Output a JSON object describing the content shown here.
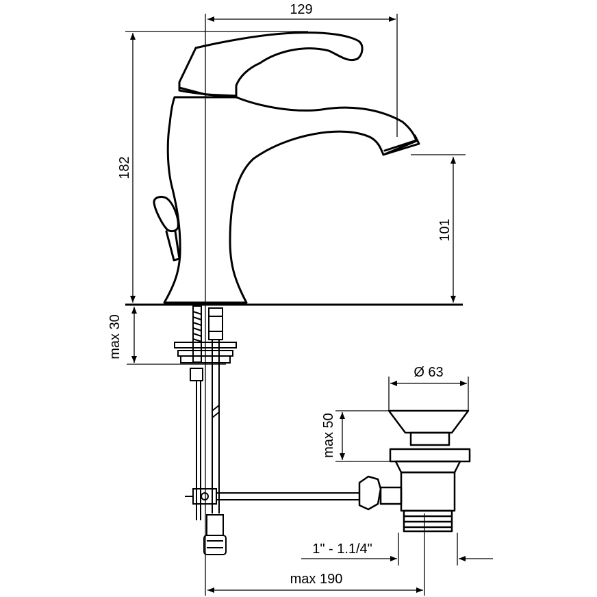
{
  "dimensions": {
    "spout_reach": "129",
    "overall_height": "182",
    "spout_height": "101",
    "max_deck_thickness": "max 30",
    "drain_diameter": "Ø 63",
    "max_drain_rise": "max 50",
    "drain_thread": "1\" - 1.1/4\"",
    "max_rod_distance": "max 190"
  },
  "colors": {
    "line": "#000000",
    "background": "#ffffff"
  }
}
